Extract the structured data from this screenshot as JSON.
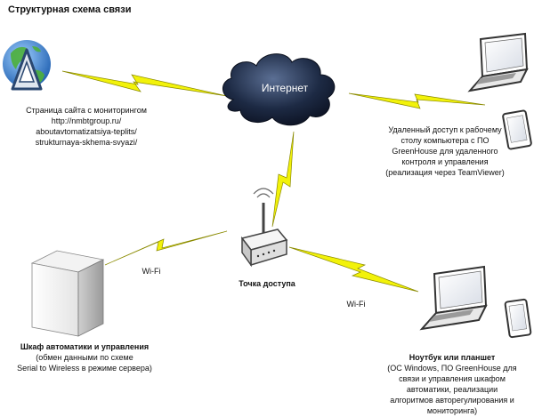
{
  "title": "Структурная схема связи",
  "cloud_label": "Интернет",
  "website": {
    "lines": [
      "Страница сайта с мониторингом",
      "http://nmbtgroup.ru/",
      "aboutavtomatizatsiya-teplits/",
      "strukturnaya-skhema-svyazi/"
    ]
  },
  "remote": {
    "lines": [
      "Удаленный доступ к рабочему",
      "столу компьютера с ПО",
      "GreenHouse для удаленного",
      "контроля и управления",
      "(реализация через TeamViewer)"
    ]
  },
  "access_point": {
    "label": "Точка доступа"
  },
  "cabinet": {
    "title": "Шкаф автоматики и управления",
    "lines": [
      "(обмен данными по схеме",
      "Serial to Wireless в режиме сервера)"
    ]
  },
  "laptop": {
    "title": "Ноутбук или планшет",
    "lines": [
      "(ОС Windows, ПО GreenHouse для",
      "связи и управления шкафом",
      "автоматики, реализации",
      "алгоритмов авторегулирования и",
      "мониторинга)"
    ]
  },
  "wifi_left": "Wi-Fi",
  "wifi_right": "Wi-Fi",
  "icons": [
    "globe-icon",
    "cloud-icon",
    "laptop-icon",
    "tablet-icon",
    "router-icon",
    "server-cabinet-icon",
    "lightning-link-icon"
  ],
  "colors": {
    "lightning": "#f2f20a",
    "lightning_stroke": "#8a8a00",
    "cloud": "#1d2a44",
    "globe_ocean": "#3b86d8",
    "globe_land": "#4caf3a"
  }
}
